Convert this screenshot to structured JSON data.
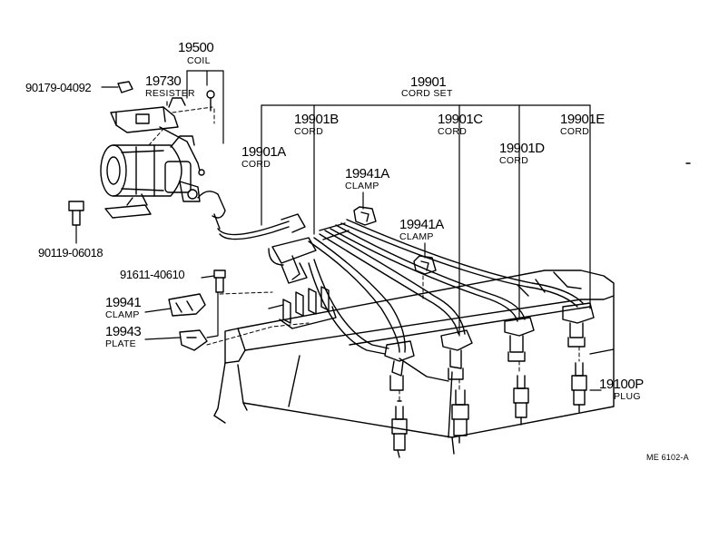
{
  "coil": {
    "part_no": "19500",
    "name": "COIL"
  },
  "resister": {
    "part_no": "19730",
    "name": "RESISTER"
  },
  "nut": {
    "part_no": "90179-04092"
  },
  "bolt_coil": {
    "part_no": "90119-06018"
  },
  "bolt_clamp": {
    "part_no": "91611-40610"
  },
  "clamp_19941": {
    "part_no": "19941",
    "name": "CLAMP"
  },
  "plate": {
    "part_no": "19943",
    "name": "PLATE"
  },
  "cord_set": {
    "part_no": "19901",
    "name": "CORD SET"
  },
  "cord_a": {
    "part_no": "19901A",
    "name": "CORD"
  },
  "cord_b": {
    "part_no": "19901B",
    "name": "CORD"
  },
  "cord_c": {
    "part_no": "19901C",
    "name": "CORD"
  },
  "cord_d": {
    "part_no": "19901D",
    "name": "CORD"
  },
  "cord_e": {
    "part_no": "19901E",
    "name": "CORD"
  },
  "clamp_a_1": {
    "part_no": "19941A",
    "name": "CLAMP"
  },
  "clamp_a_2": {
    "part_no": "19941A",
    "name": "CLAMP"
  },
  "plug": {
    "part_no": "19100P",
    "name": "PLUG"
  },
  "diagram_ref": "ME 6102-A"
}
